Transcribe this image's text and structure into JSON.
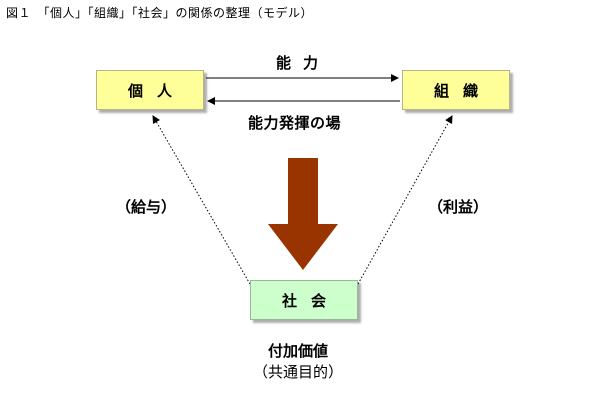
{
  "figure": {
    "title": "図１　「個人」「組織」「社会」の関係の整理（モデル）"
  },
  "nodes": {
    "individual": "個人",
    "organization": "組織",
    "society": "社会"
  },
  "relations": {
    "ability": "能力",
    "ability_stage": "能力発揮の場",
    "salary": "（給与）",
    "profit": "（利益）"
  },
  "outcome": {
    "value": "付加価値",
    "purpose": "（共通目的）"
  },
  "colors": {
    "node_fill_yellow": "#ffff99",
    "node_fill_green": "#ccffcc",
    "big_arrow": "#993300",
    "connector": "#000000"
  }
}
